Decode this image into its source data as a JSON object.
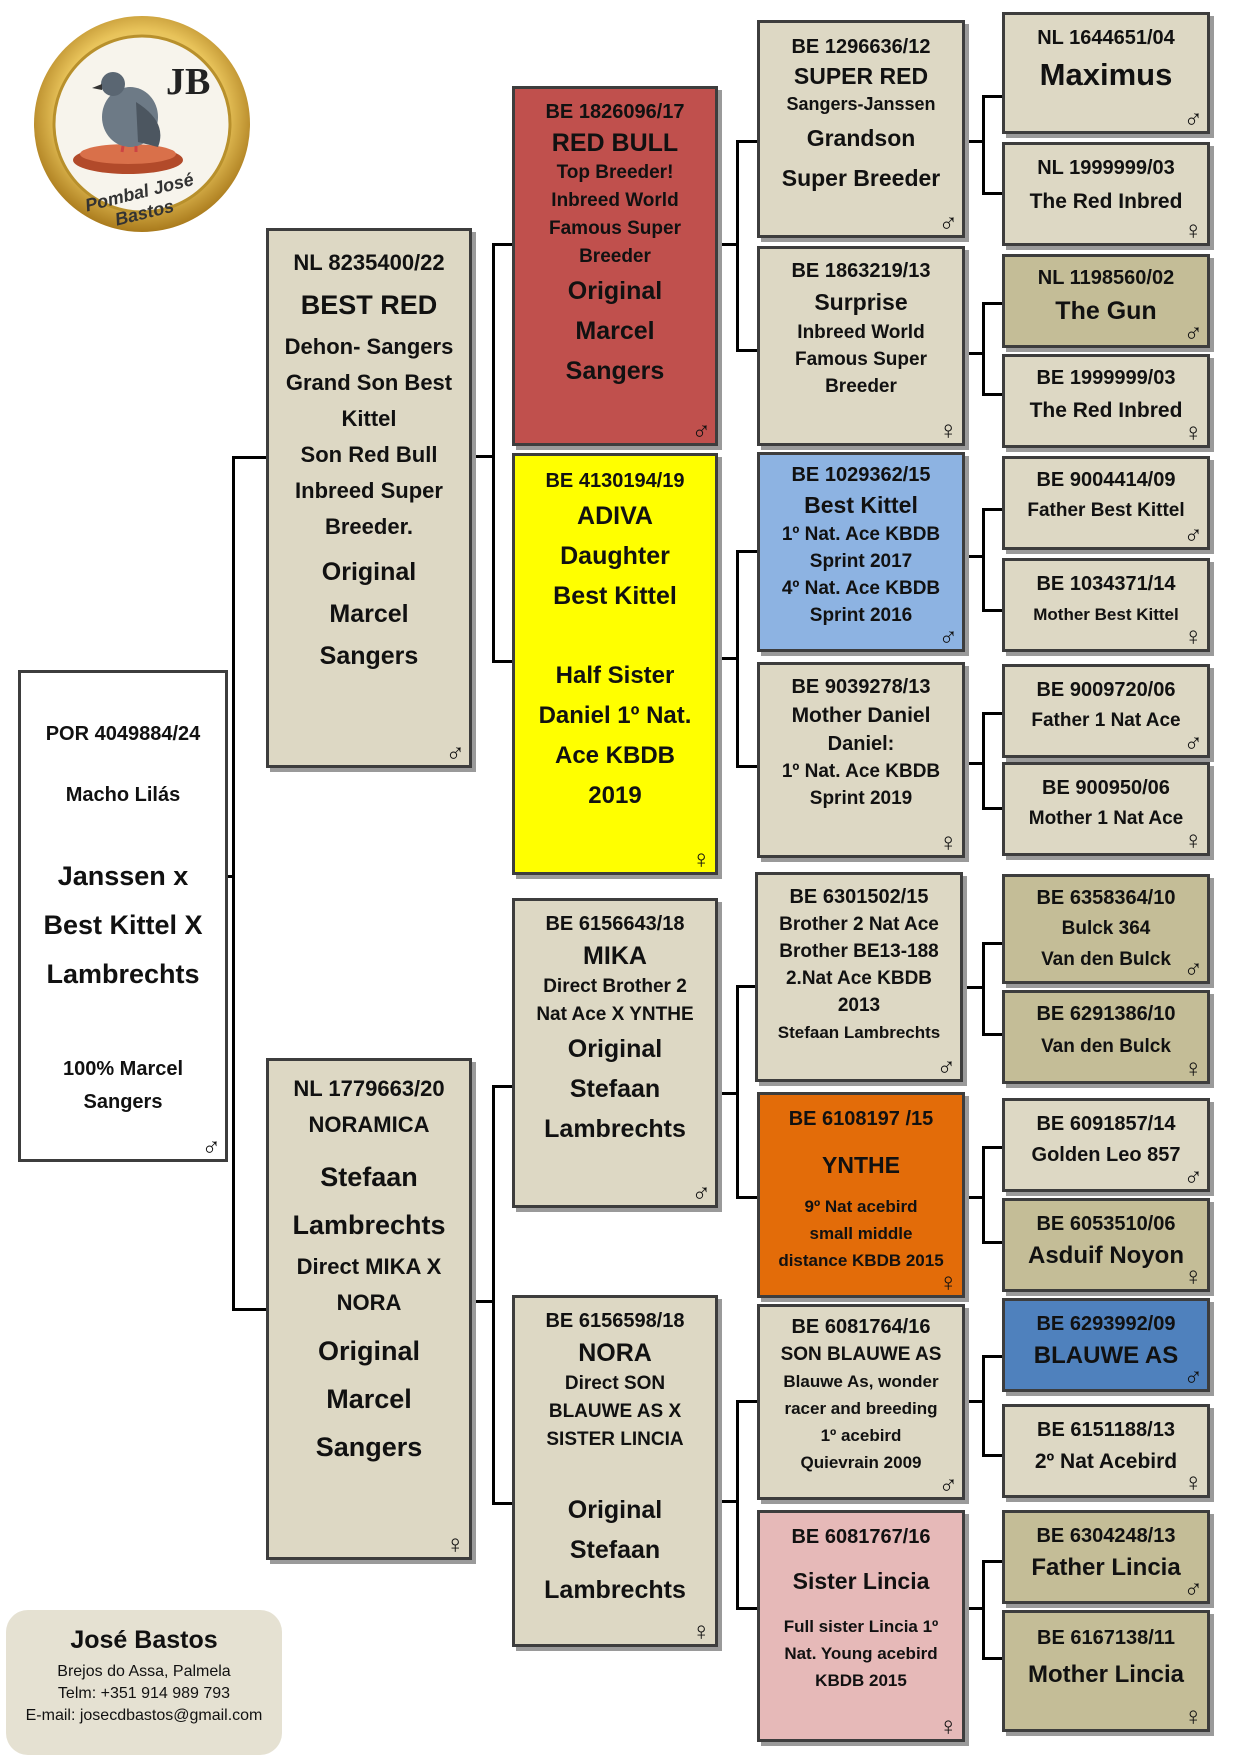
{
  "logo": {
    "initials": "JB",
    "ring_text": "Pombal José Bastos"
  },
  "subject": {
    "ring": "POR 4049884/24",
    "name": "Macho Lilás",
    "line1": "Janssen x",
    "line2": "Best Kittel X",
    "line3": "Lambrechts",
    "note1": "100% Marcel",
    "note2": "Sangers",
    "sex": "♂"
  },
  "sire": {
    "ring": "NL 8235400/22",
    "name": "BEST RED",
    "lines": [
      "Dehon- Sangers",
      "Grand Son Best",
      "Kittel",
      "Son Red Bull",
      "Inbreed Super",
      "Breeder."
    ],
    "original": [
      "Original",
      "Marcel",
      "Sangers"
    ],
    "sex": "♂"
  },
  "dam": {
    "ring": "NL 1779663/20",
    "name": "NORAMICA",
    "big": [
      "Stefaan",
      "Lambrechts"
    ],
    "lines": [
      "Direct MIKA X",
      "NORA"
    ],
    "original": [
      "Original",
      "Marcel",
      "Sangers"
    ],
    "sex": "♀"
  },
  "gp": [
    {
      "ring": "BE 1826096/17",
      "name": "RED BULL",
      "lines": [
        "Top Breeder!",
        "Inbreed World",
        "Famous Super",
        "Breeder"
      ],
      "original": [
        "Original",
        "Marcel",
        "Sangers"
      ],
      "sex": "♂",
      "color": "#c0504d"
    },
    {
      "ring": "BE 4130194/19",
      "name": "ADIVA",
      "big": [
        "Daughter",
        "Best Kittel"
      ],
      "half": [
        "Half Sister",
        "Daniel 1º Nat.",
        "Ace KBDB",
        "2019"
      ],
      "sex": "♀",
      "color": "#ffff00"
    },
    {
      "ring": "BE 6156643/18",
      "name": "MIKA",
      "lines": [
        "Direct Brother 2",
        "Nat Ace X YNTHE"
      ],
      "original": [
        "Original",
        "Stefaan",
        "Lambrechts"
      ],
      "sex": "♂",
      "color": "#ddd8c4"
    },
    {
      "ring": "BE 6156598/18",
      "name": "NORA",
      "lines": [
        "Direct SON",
        "BLAUWE AS X",
        "SISTER LINCIA"
      ],
      "original": [
        "Original",
        "Stefaan",
        "Lambrechts"
      ],
      "sex": "♀",
      "color": "#ddd8c4"
    }
  ],
  "ggp": [
    {
      "ring": "BE 1296636/12",
      "name": "SUPER RED",
      "lines": [
        "Sangers-Janssen"
      ],
      "big": [
        "Grandson",
        "Super Breeder"
      ],
      "sex": "♂",
      "color": "#ddd8c4"
    },
    {
      "ring": "BE 1863219/13",
      "name": "Surprise",
      "lines": [
        "Inbreed World",
        "Famous Super",
        "Breeder"
      ],
      "sex": "♀",
      "color": "#ddd8c4"
    },
    {
      "ring": "BE 1029362/15",
      "name": "Best Kittel",
      "lines": [
        "1º Nat. Ace KBDB",
        "Sprint 2017",
        "4º Nat. Ace KBDB",
        "Sprint 2016"
      ],
      "sex": "♂",
      "color": "#8db3e2"
    },
    {
      "ring": "BE 9039278/13",
      "name": "Mother Daniel",
      "lines": [
        "Daniel:",
        "1º Nat. Ace KBDB",
        "Sprint 2019"
      ],
      "sex": "♀",
      "color": "#ddd8c4"
    },
    {
      "ring": "BE 6301502/15",
      "name": "Brother 2 Nat Ace",
      "lines": [
        "Brother BE13-188",
        "2.Nat Ace KBDB",
        "2013",
        "Stefaan Lambrechts"
      ],
      "sex": "♂",
      "color": "#ddd8c4"
    },
    {
      "ring": "BE 6108197 /15",
      "name": "YNTHE",
      "lines": [
        "9º Nat acebird",
        "small middle",
        "distance KBDB 2015"
      ],
      "sex": "♀",
      "color": "#e36c09"
    },
    {
      "ring": "BE 6081764/16",
      "name": "SON BLAUWE AS",
      "lines": [
        "Blauwe As, wonder",
        "racer and breeding",
        "1º acebird",
        "Quievrain 2009"
      ],
      "sex": "♂",
      "color": "#ddd8c4"
    },
    {
      "ring": "BE 6081767/16",
      "name": "Sister Lincia",
      "lines": [
        "Full sister Lincia 1º",
        "Nat. Young acebird",
        "KBDB 2015"
      ],
      "sex": "♀",
      "color": "#e6b9b8"
    }
  ],
  "g4": [
    {
      "ring": "NL 1644651/04",
      "name": "Maximus",
      "sex": "♂",
      "color": "#ddd8c4"
    },
    {
      "ring": "NL 1999999/03",
      "name": "The Red Inbred",
      "sex": "♀",
      "color": "#ddd8c4"
    },
    {
      "ring": "NL 1198560/02",
      "name": "The Gun",
      "sex": "♂",
      "color": "#c4bd97"
    },
    {
      "ring": "BE 1999999/03",
      "name": "The Red Inbred",
      "sex": "♀",
      "color": "#ddd8c4"
    },
    {
      "ring": "BE 9004414/09",
      "name": "Father Best Kittel",
      "sex": "♂",
      "color": "#ddd8c4"
    },
    {
      "ring": "BE 1034371/14",
      "name": "Mother Best Kittel",
      "sex": "♀",
      "color": "#ddd8c4"
    },
    {
      "ring": "BE 9009720/06",
      "name": "Father 1 Nat Ace",
      "sex": "♂",
      "color": "#ddd8c4"
    },
    {
      "ring": "BE 900950/06",
      "name": "Mother 1 Nat Ace",
      "sex": "♀",
      "color": "#ddd8c4"
    },
    {
      "ring": "BE 6358364/10",
      "name": "Bulck 364",
      "extra": "Van den Bulck",
      "sex": "♂",
      "color": "#c4bd97"
    },
    {
      "ring": "BE 6291386/10",
      "name": "Van den Bulck",
      "sex": "♀",
      "color": "#c4bd97"
    },
    {
      "ring": "BE 6091857/14",
      "name": "Golden Leo 857",
      "sex": "♂",
      "color": "#ddd8c4"
    },
    {
      "ring": "BE 6053510/06",
      "name": "Asduif Noyon",
      "sex": "♀",
      "color": "#c4bd97"
    },
    {
      "ring": "BE 6293992/09",
      "name": "BLAUWE AS",
      "sex": "♂",
      "color": "#4f81bd"
    },
    {
      "ring": "BE 6151188/13",
      "name": "2º Nat Acebird",
      "sex": "♀",
      "color": "#ddd8c4"
    },
    {
      "ring": "BE 6304248/13",
      "name": "Father Lincia",
      "sex": "♂",
      "color": "#c4bd97"
    },
    {
      "ring": "BE 6167138/11",
      "name": "Mother Lincia",
      "sex": "♀",
      "color": "#c4bd97"
    }
  ],
  "contact": {
    "name": "José Bastos",
    "address": "Brejos do Assa, Palmela",
    "phone": "Telm: +351 914 989 793",
    "email": "E-mail: josecdbastos@gmail.com"
  }
}
